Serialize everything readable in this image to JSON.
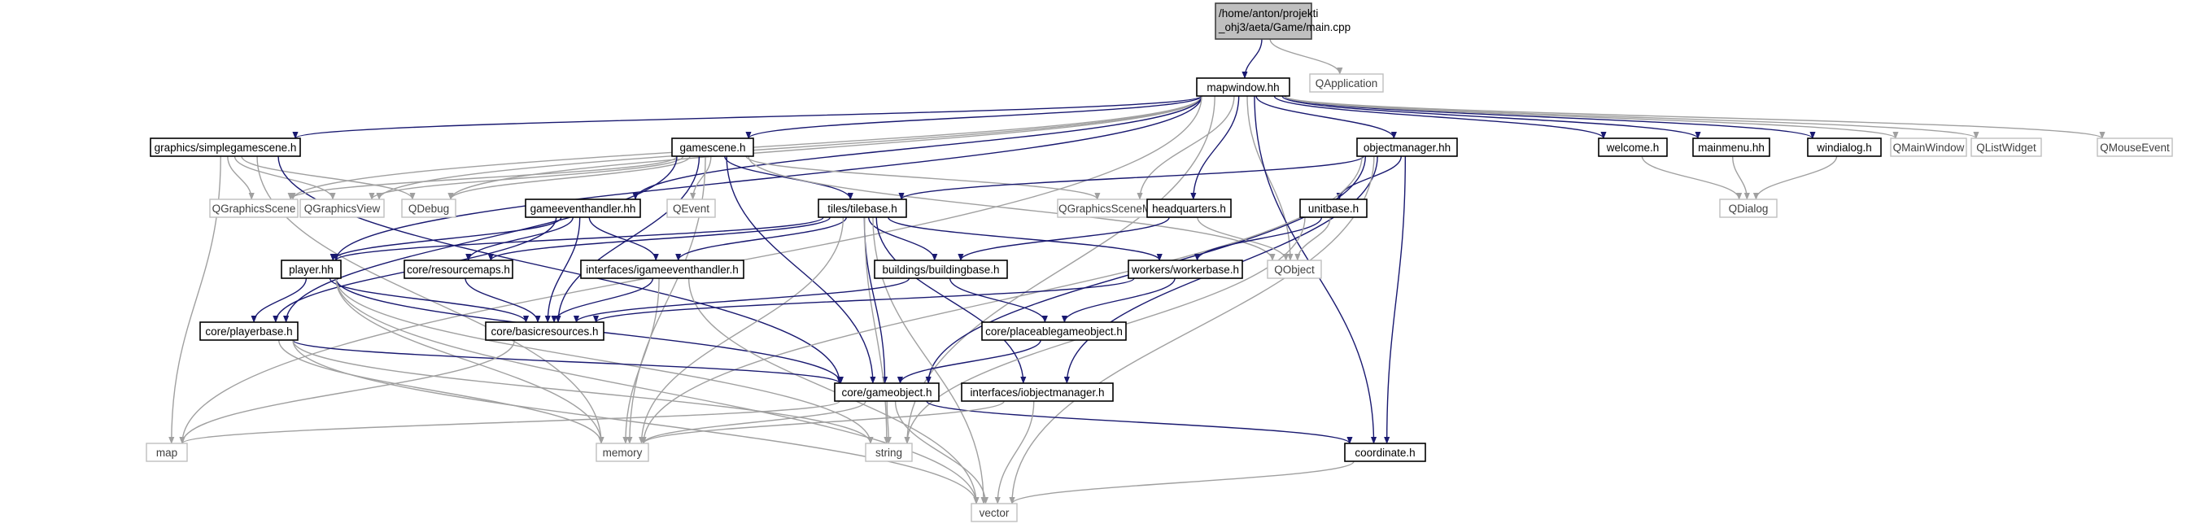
{
  "root": {
    "label_lines": [
      "/home/anton/projekti",
      "_ohj3/aeta/Game/main.cpp"
    ]
  },
  "colors": {
    "edge": "#191970",
    "external_edge": "#a0a0a0",
    "root_fill": "#bfbfbf",
    "external_border": "#bfbfbf"
  },
  "nodes": {
    "root": "/home/anton/projekti _ohj3/aeta/Game/main.cpp",
    "qapplication": "QApplication",
    "mapwindow": "mapwindow.hh",
    "simplegamescene": "graphics/simplegamescene.h",
    "gamescene": "gamescene.h",
    "objectmanager": "objectmanager.hh",
    "welcome": "welcome.h",
    "mainmenu": "mainmenu.hh",
    "windialog": "windialog.h",
    "qmainwindow": "QMainWindow",
    "qlistwidget": "QListWidget",
    "qmouseevent": "QMouseEvent",
    "qgraphicsscene": "QGraphicsScene",
    "qgraphicsview": "QGraphicsView",
    "qdebug": "QDebug",
    "gameeventhandler": "gameeventhandler.hh",
    "qevent": "QEvent",
    "tilebase": "tiles/tilebase.h",
    "qgraphicsscenemouseevent": "QGraphicsSceneMouseEvent",
    "headquarters": "headquarters.h",
    "unitbase": "unitbase.h",
    "qdialog": "QDialog",
    "qobject": "QObject",
    "player": "player.hh",
    "resourcemaps": "core/resourcemaps.h",
    "igameeventhandler": "interfaces/igameeventhandler.h",
    "buildingbase": "buildings/buildingbase.h",
    "workerbase": "workers/workerbase.h",
    "playerbase": "core/playerbase.h",
    "basicresources": "core/basicresources.h",
    "placeablegameobject": "core/placeablegameobject.h",
    "gameobject": "core/gameobject.h",
    "iobjectmanager": "interfaces/iobjectmanager.h",
    "map": "map",
    "memory": "memory",
    "string": "string",
    "coordinate": "coordinate.h",
    "vector": "vector"
  }
}
